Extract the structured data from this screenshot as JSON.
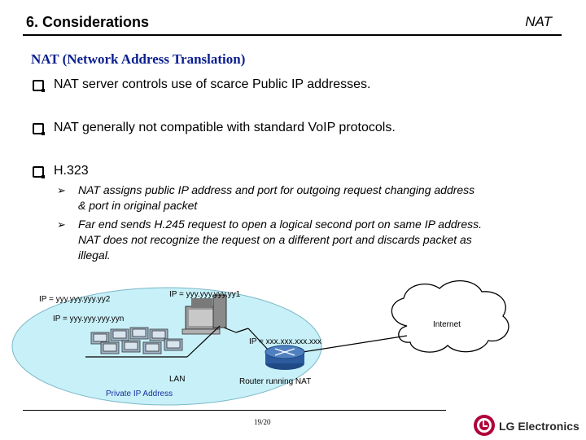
{
  "header": {
    "title": "6. Considerations",
    "section": "NAT"
  },
  "subtitle": "NAT (Network Address Translation)",
  "bullets": [
    "NAT server controls use of scarce Public IP addresses.",
    "NAT generally not compatible with standard VoIP protocols.",
    "H.323"
  ],
  "sub_bullets": [
    "NAT assigns public IP address and port for outgoing request changing address & port in original packet",
    "Far end sends H.245 request to open a logical second port on same IP address.  NAT does not recognize the request on a different port and discards packet as illegal."
  ],
  "diagram": {
    "ip_yy2": "IP = yyy.yyy.yyy.yy2",
    "ip_yy1": "IP = yyy.yyy.yyy.yy1",
    "ip_yyn": "IP = yyy.yyy.yyy.yyn",
    "ip_xxx": "IP = xxx.xxx.xxx.xxx",
    "internet": "Internet",
    "lan": "LAN",
    "private_ip": "Private IP Address",
    "router": "Router running NAT"
  },
  "footer": {
    "page": "19/20",
    "logo_text": "LG Electronics"
  },
  "colors": {
    "subtitle": "#0a1f8f",
    "lan_fill": "#c8f0f8",
    "private_label": "#1a2fa0",
    "router": "#2c5b9e",
    "logo_red": "#b0003a"
  }
}
